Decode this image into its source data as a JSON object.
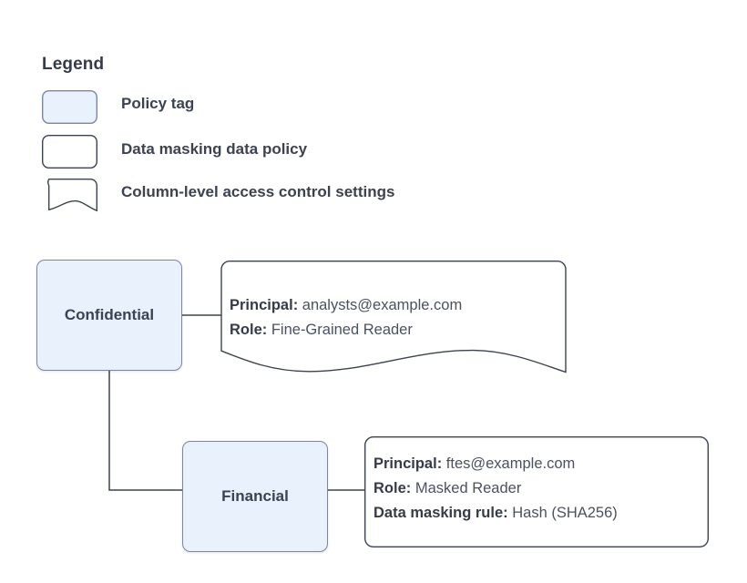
{
  "legend": {
    "title": "Legend",
    "items": [
      {
        "shape": "rounded-rect-filled",
        "label": "Policy tag"
      },
      {
        "shape": "rounded-rect",
        "label": "Data masking data policy"
      },
      {
        "shape": "document-wave",
        "label": "Column-level access control settings"
      }
    ]
  },
  "nodes": [
    {
      "id": "confidential",
      "label": "Confidential",
      "shape": "policy-tag"
    },
    {
      "id": "financial",
      "label": "Financial",
      "shape": "policy-tag"
    }
  ],
  "callouts": [
    {
      "id": "confidential-settings",
      "shape": "document-wave",
      "lines": [
        {
          "key": "Principal:",
          "value": "analysts@example.com"
        },
        {
          "key": "Role:",
          "value": "Fine-Grained Reader"
        }
      ]
    },
    {
      "id": "financial-policy",
      "shape": "rounded-rect",
      "lines": [
        {
          "key": "Principal:",
          "value": "ftes@example.com"
        },
        {
          "key": "Role:",
          "value": "Masked Reader"
        },
        {
          "key": "Data masking rule:",
          "value": "Hash (SHA256)"
        }
      ]
    }
  ],
  "connectors": [
    {
      "from": "confidential",
      "to": "confidential-settings"
    },
    {
      "from": "confidential",
      "to": "financial"
    },
    {
      "from": "financial",
      "to": "financial-policy"
    }
  ],
  "colors": {
    "policy_tag_fill": "#e9f1fd",
    "policy_tag_stroke": "#7b86a1",
    "outline": "#3b4250",
    "text": "#3b4250",
    "background": "#ffffff"
  }
}
